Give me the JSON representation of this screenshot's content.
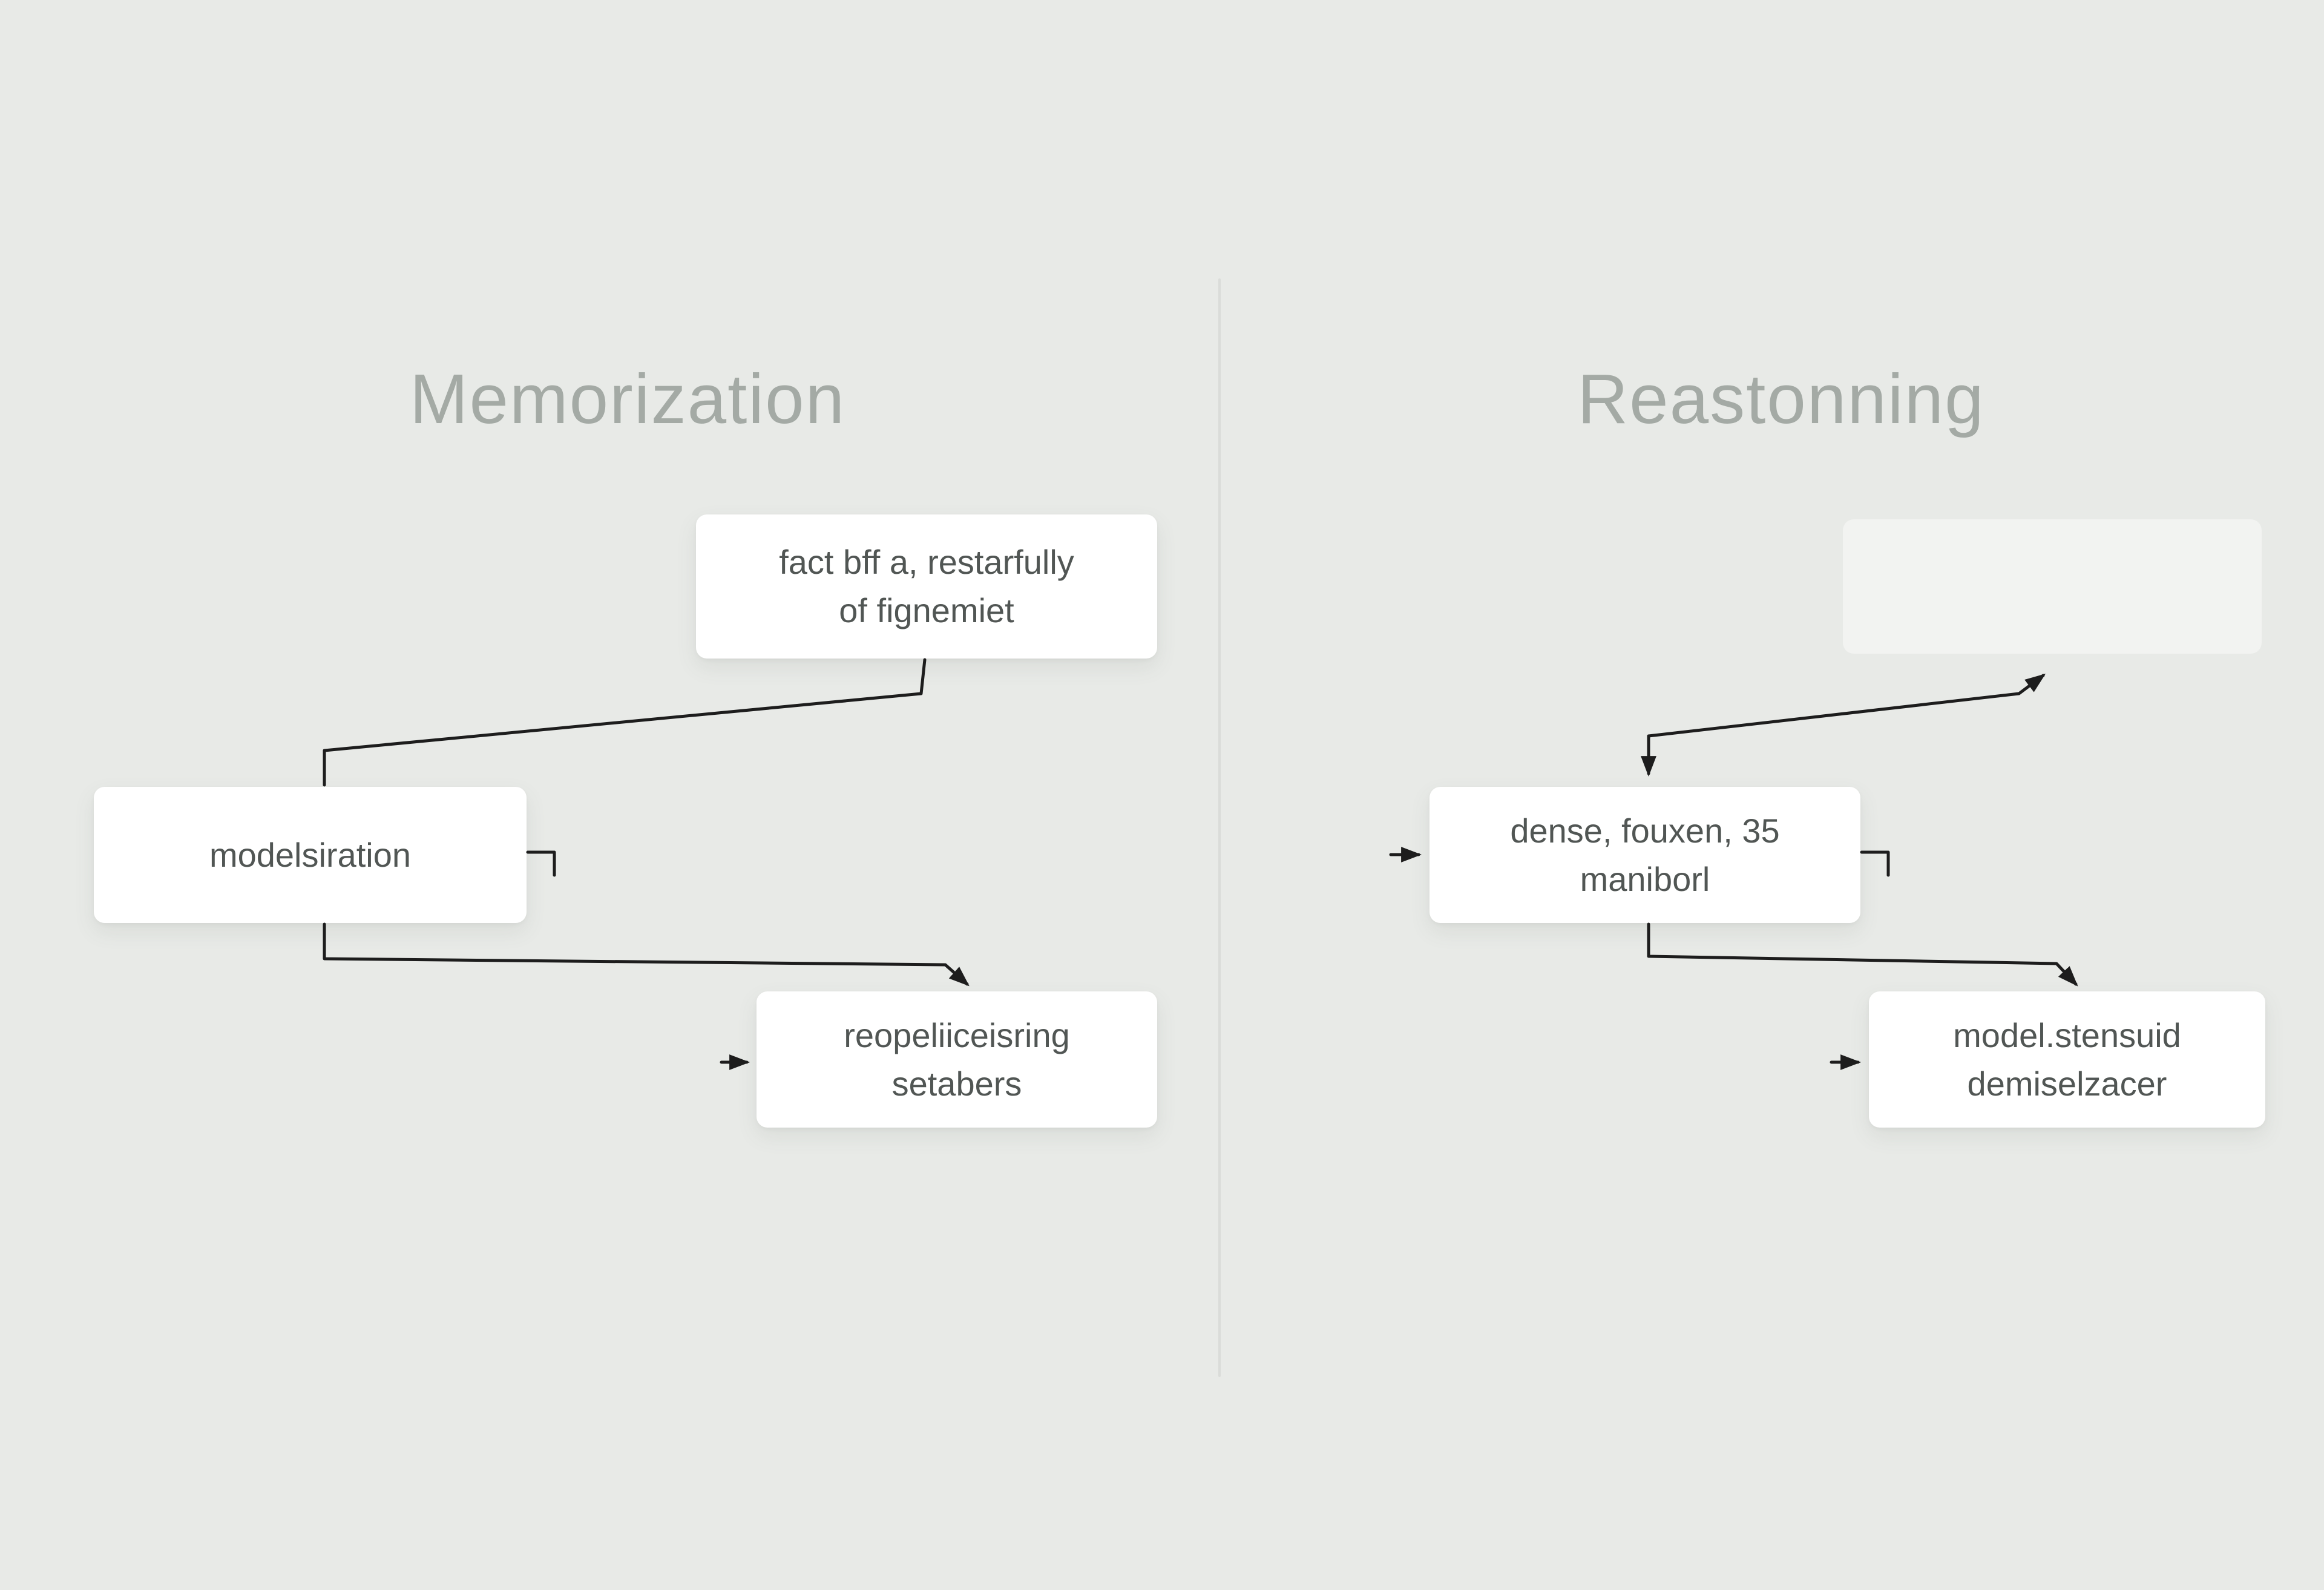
{
  "left": {
    "title": "Memorization",
    "box_top": {
      "line1": "fact bff a, restarfully",
      "line2": "of fignemiet"
    },
    "box_mid": {
      "line1": "modelsiration"
    },
    "box_bottom": {
      "line1": "reopeliiceisring",
      "line2": "setabers"
    }
  },
  "right": {
    "title": "Reastonning",
    "box_mid": {
      "line1": "dense, fouxen, 35",
      "line2": "maniborl"
    },
    "box_bottom": {
      "line1": "model.stensuid",
      "line2": "demiselzacer"
    }
  },
  "colors": {
    "background": "#e8eae7",
    "box_fill": "#ffffff",
    "title_text": "#a4aaa5",
    "box_text": "#515654",
    "arrow": "#1d1d1d",
    "divider": "#dadcd9"
  }
}
